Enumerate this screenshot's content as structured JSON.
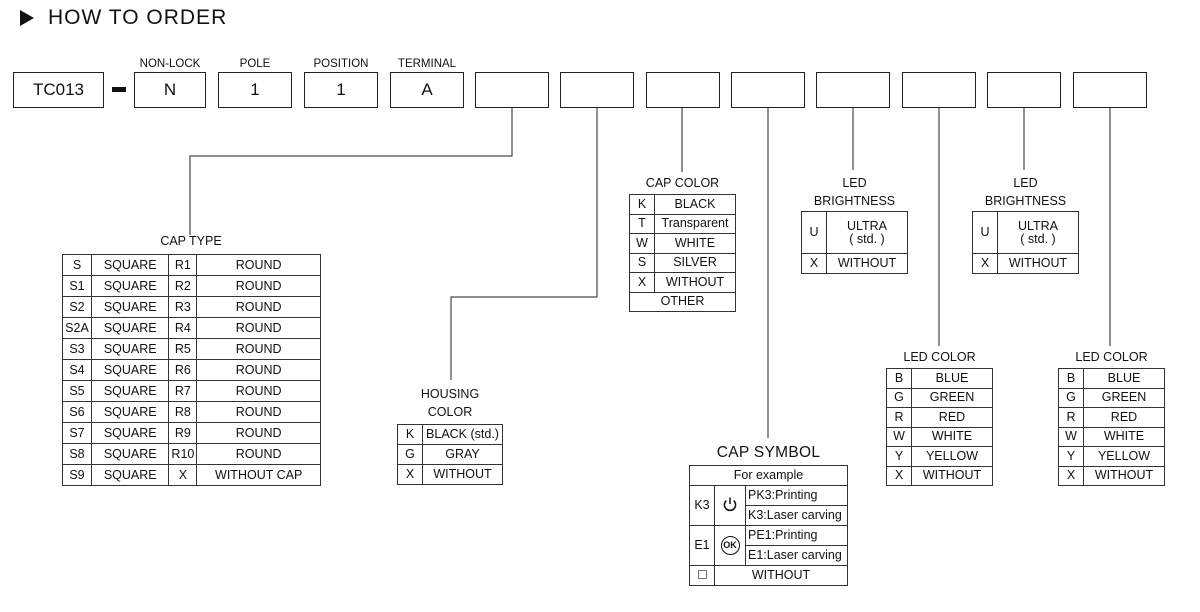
{
  "heading": "HOW TO ORDER",
  "order_code": {
    "model": "TC013",
    "labels": [
      "NON-LOCK",
      "POLE",
      "POSITION",
      "TERMINAL"
    ],
    "values": [
      "N",
      "1",
      "1",
      "A"
    ]
  },
  "cap_type": {
    "title": "CAP TYPE",
    "rows": [
      [
        "S",
        "SQUARE",
        "R1",
        "ROUND"
      ],
      [
        "S1",
        "SQUARE",
        "R2",
        "ROUND"
      ],
      [
        "S2",
        "SQUARE",
        "R3",
        "ROUND"
      ],
      [
        "S2A",
        "SQUARE",
        "R4",
        "ROUND"
      ],
      [
        "S3",
        "SQUARE",
        "R5",
        "ROUND"
      ],
      [
        "S4",
        "SQUARE",
        "R6",
        "ROUND"
      ],
      [
        "S5",
        "SQUARE",
        "R7",
        "ROUND"
      ],
      [
        "S6",
        "SQUARE",
        "R8",
        "ROUND"
      ],
      [
        "S7",
        "SQUARE",
        "R9",
        "ROUND"
      ],
      [
        "S8",
        "SQUARE",
        "R10",
        "ROUND"
      ],
      [
        "S9",
        "SQUARE",
        "X",
        "WITHOUT CAP"
      ]
    ]
  },
  "housing_color": {
    "title_line1": "HOUSING",
    "title_line2": "COLOR",
    "rows": [
      [
        "K",
        "BLACK (std.)"
      ],
      [
        "G",
        "GRAY"
      ],
      [
        "X",
        "WITHOUT"
      ]
    ]
  },
  "cap_color": {
    "title": "CAP  COLOR",
    "rows": [
      [
        "K",
        "BLACK"
      ],
      [
        "T",
        "Transparent"
      ],
      [
        "W",
        "WHITE"
      ],
      [
        "S",
        "SILVER"
      ],
      [
        "X",
        "WITHOUT"
      ]
    ],
    "other": "OTHER"
  },
  "cap_symbol": {
    "title": "CAP SYMBOL",
    "example": "For example",
    "k3_code": "K3",
    "k3_printing": "PK3:Printing",
    "k3_laser": "K3:Laser carving",
    "e1_code": "E1",
    "e1_icon_text": "OK",
    "e1_printing": "PE1:Printing",
    "e1_laser": "E1:Laser carving",
    "without": "WITHOUT",
    "k3_icon": "power-icon",
    "e1_icon": "ok-icon",
    "without_icon": "square-icon"
  },
  "led_brightness_1": {
    "title_line1": "LED",
    "title_line2": "BRIGHTNESS",
    "rows": [
      [
        "U",
        "ULTRA",
        "( std. )"
      ],
      [
        "X",
        "WITHOUT"
      ]
    ]
  },
  "led_brightness_2": {
    "title_line1": "LED",
    "title_line2": "BRIGHTNESS",
    "rows": [
      [
        "U",
        "ULTRA",
        "( std. )"
      ],
      [
        "X",
        "WITHOUT"
      ]
    ]
  },
  "led_color_1": {
    "title": "LED  COLOR",
    "rows": [
      [
        "B",
        "BLUE"
      ],
      [
        "G",
        "GREEN"
      ],
      [
        "R",
        "RED"
      ],
      [
        "W",
        "WHITE"
      ],
      [
        "Y",
        "YELLOW"
      ],
      [
        "X",
        "WITHOUT"
      ]
    ]
  },
  "led_color_2": {
    "title": "LED  COLOR",
    "rows": [
      [
        "B",
        "BLUE"
      ],
      [
        "G",
        "GREEN"
      ],
      [
        "R",
        "RED"
      ],
      [
        "W",
        "WHITE"
      ],
      [
        "Y",
        "YELLOW"
      ],
      [
        "X",
        "WITHOUT"
      ]
    ]
  }
}
